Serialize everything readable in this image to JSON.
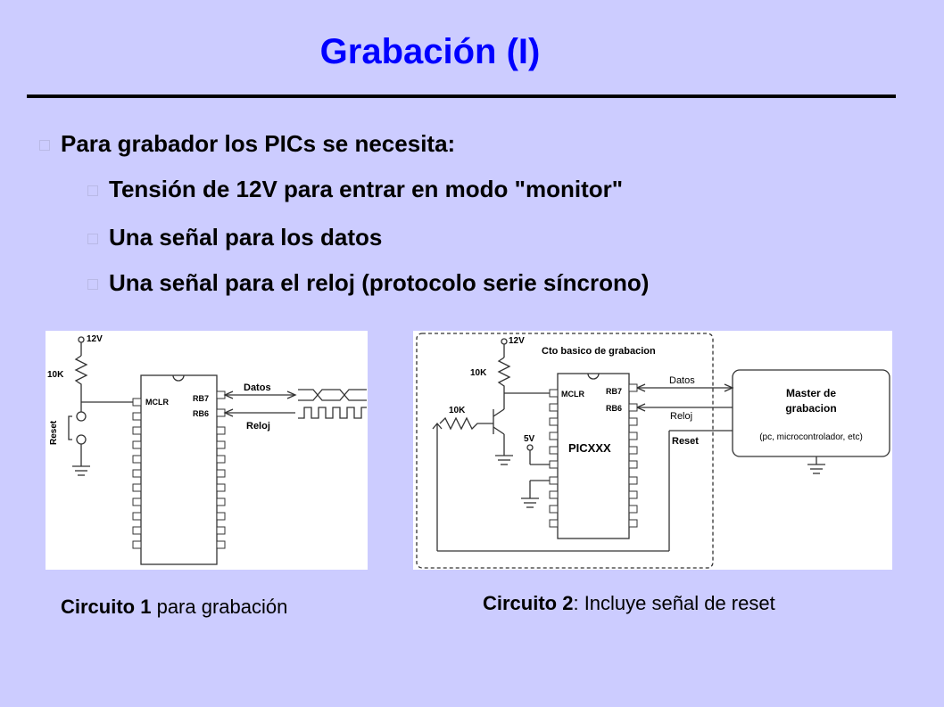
{
  "title": "Grabación (I)",
  "bullets": {
    "main": "Para grabador los PICs se necesita:",
    "sub": [
      "Tensión de 12V para entrar en modo \"monitor\"",
      "Una señal para los datos",
      "Una señal para el reloj (protocolo serie síncrono)"
    ]
  },
  "circuit1": {
    "v12": "12V",
    "r10k": "10K",
    "reset": "Reset",
    "mclr": "MCLR",
    "rb7": "RB7",
    "rb6": "RB6",
    "datos": "Datos",
    "reloj": "Reloj"
  },
  "circuit2": {
    "box_title": "Cto basico de grabacion",
    "v12": "12V",
    "r10k_top": "10K",
    "r10k_base": "10K",
    "v5": "5V",
    "mclr": "MCLR",
    "rb7": "RB7",
    "rb6": "RB6",
    "chip": "PICXXX",
    "datos": "Datos",
    "reloj": "Reloj",
    "reset": "Reset",
    "master_line1": "Master de",
    "master_line2": "grabacion",
    "master_line3": "(pc, microcontrolador, etc)"
  },
  "captions": {
    "c1_bold": "Circuito 1",
    "c1_rest": " para grabación",
    "c2_bold": "Circuito 2",
    "c2_rest": ": Incluye señal de reset"
  }
}
